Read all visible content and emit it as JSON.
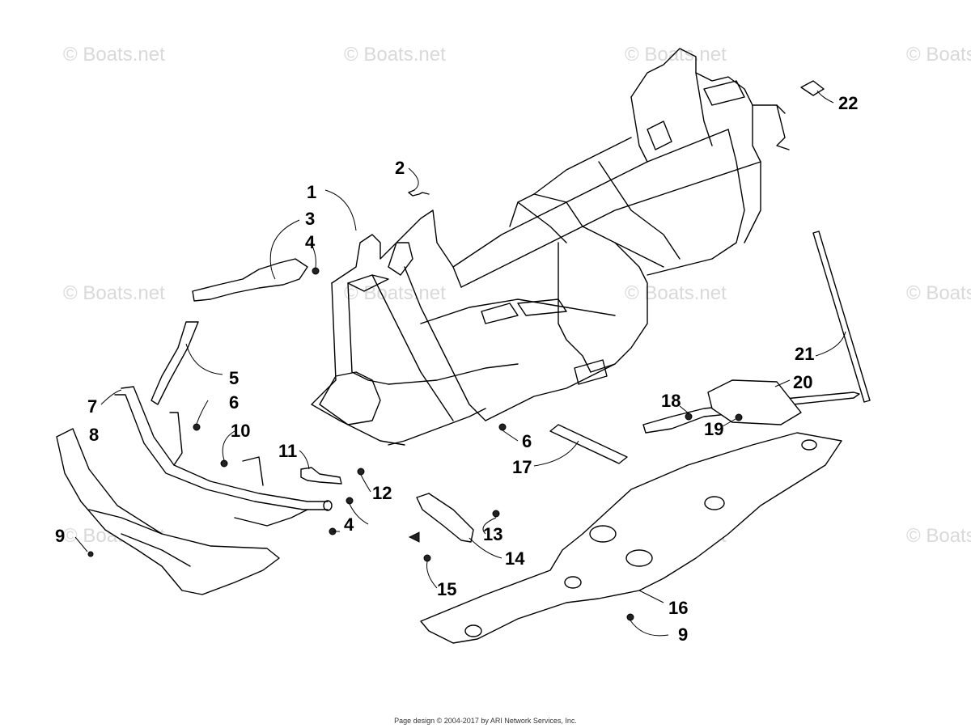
{
  "watermark": "© Boats.net",
  "footer": "Page design © 2004-2017 by ARI Network Services, Inc.",
  "callouts": {
    "c1": "1",
    "c2": "2",
    "c3": "3",
    "c4a": "4",
    "c4b": "4",
    "c5": "5",
    "c6a": "6",
    "c6b": "6",
    "c7": "7",
    "c8": "8",
    "c9a": "9",
    "c9b": "9",
    "c10": "10",
    "c11": "11",
    "c12": "12",
    "c13": "13",
    "c14": "14",
    "c15": "15",
    "c16": "16",
    "c17": "17",
    "c18": "18",
    "c19": "19",
    "c20": "20",
    "c21": "21",
    "c22": "22"
  }
}
